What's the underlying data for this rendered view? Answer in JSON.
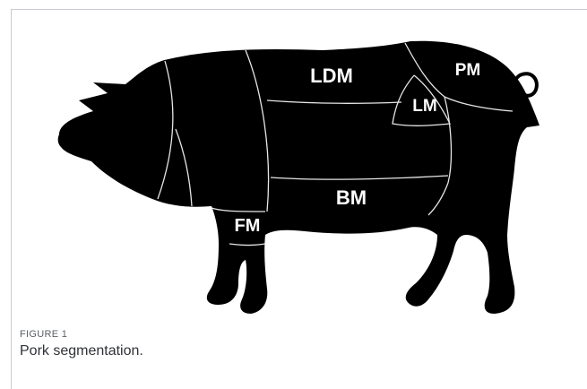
{
  "figure": {
    "label": "FIGURE 1",
    "caption": "Pork segmentation."
  },
  "cuts": {
    "ldm": "LDM",
    "pm": "PM",
    "lm": "LM",
    "bm": "BM",
    "fm": "FM"
  },
  "colors": {
    "silhouette": "#000000",
    "cut_lines": "#e6e6e6",
    "labels": "#ffffff"
  }
}
